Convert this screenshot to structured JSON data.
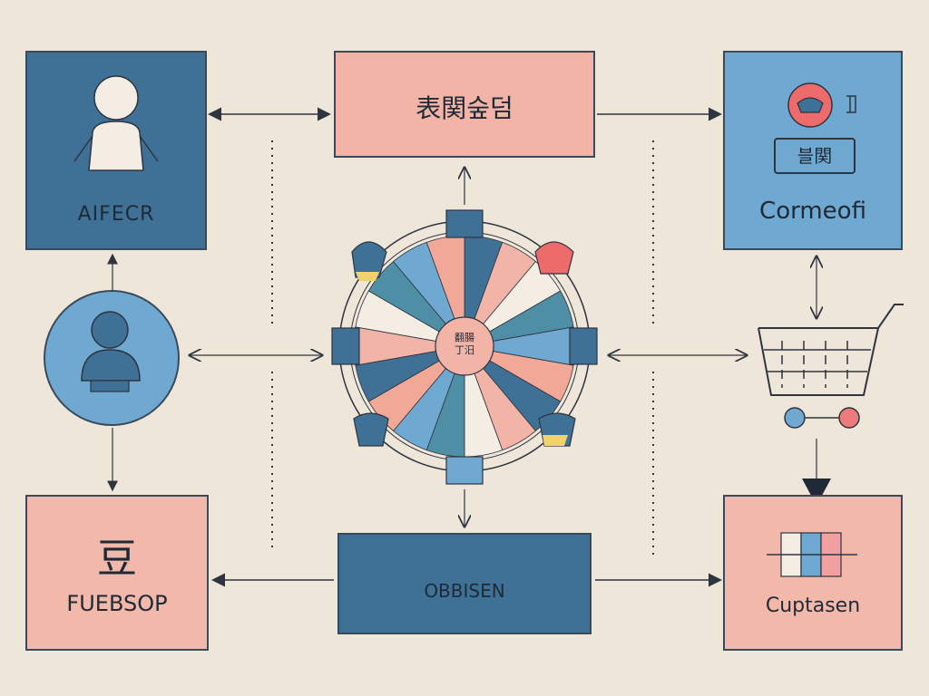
{
  "nodes": {
    "top_left": {
      "label": "AIFECR"
    },
    "top_center": {
      "label": "表関숲덤"
    },
    "top_right": {
      "label": "Cormeofi",
      "badge": "블関"
    },
    "bottom_left": {
      "label": "FUEBSOP",
      "glyph": "豆"
    },
    "bottom_center": {
      "label": "OBBISEN"
    },
    "bottom_right": {
      "label": "Cuptasen"
    },
    "hub": {
      "label_line1": "翻腸",
      "label_line2": "丁汨"
    }
  },
  "colors": {
    "background": "#efe6da",
    "blue_dark": "#3f7196",
    "blue_light": "#6fa9d1",
    "pink": "#f2b4a6",
    "line": "#2e3440"
  }
}
